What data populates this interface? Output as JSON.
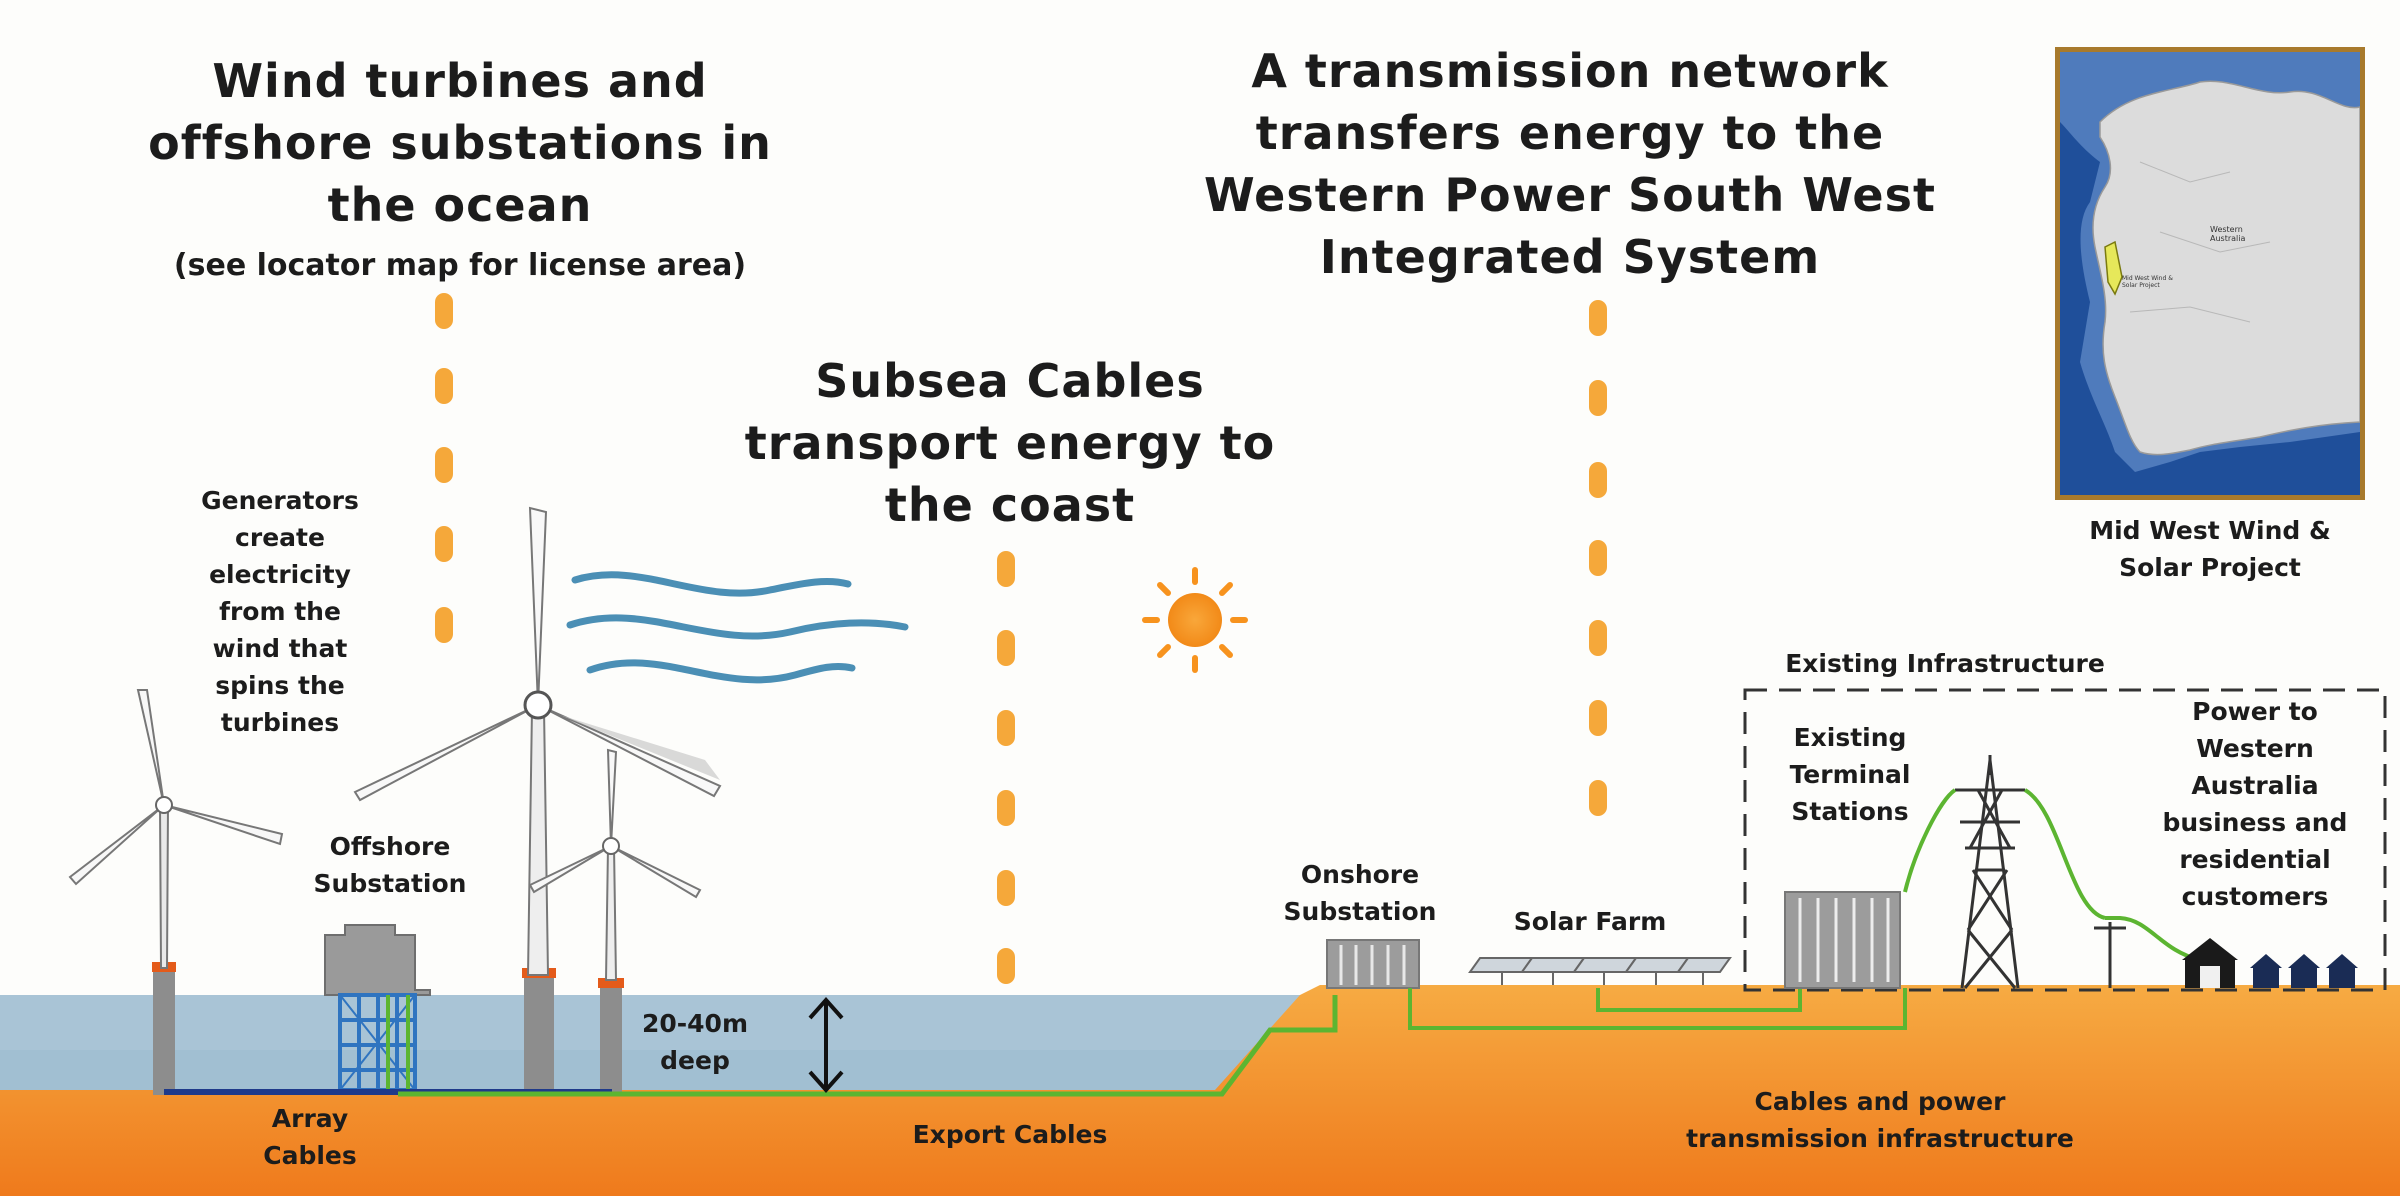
{
  "titles": {
    "wind": "Wind turbines and\noffshore substations in\nthe ocean",
    "wind_note": "(see locator map for license area)",
    "transmission": "A transmission network\ntransfers energy to the\nWestern Power South West\nIntegrated System",
    "subsea": "Subsea Cables\ntransport energy to\nthe coast"
  },
  "labels": {
    "generators": "Generators\ncreate\nelectricity\nfrom the\nwind that\nspins the\nturbines",
    "offshore_substation": "Offshore\nSubstation",
    "depth": "20-40m\ndeep",
    "array_cables": "Array\nCables",
    "export_cables": "Export Cables",
    "cables_infrastructure": "Cables and power\ntransmission infrastructure",
    "onshore_substation": "Onshore\nSubstation",
    "solar_farm": "Solar Farm",
    "existing_infrastructure": "Existing Infrastructure",
    "terminal_stations": "Existing\nTerminal\nStations",
    "power_to": "Power to\nWestern\nAustralia\nbusiness and\nresidential\ncustomers"
  },
  "map": {
    "caption": "Mid West Wind &\nSolar Project",
    "region_label": "Western\nAustralia",
    "project_label": "Mid West Wind &\nSolar Project"
  },
  "colors": {
    "sea": "#a9c4d6",
    "ground_top": "#f5a23c",
    "ground_bottom": "#f07e1f",
    "dots": "#f5a83a",
    "cable": "#5cb531",
    "sun": "#f7931e",
    "wind_waves": "#4b8fb5",
    "map_frame": "#a87a2c",
    "map_land": "#dcdcdc",
    "map_sea": "#1f4f9a",
    "project_area": "#e6e85a"
  }
}
